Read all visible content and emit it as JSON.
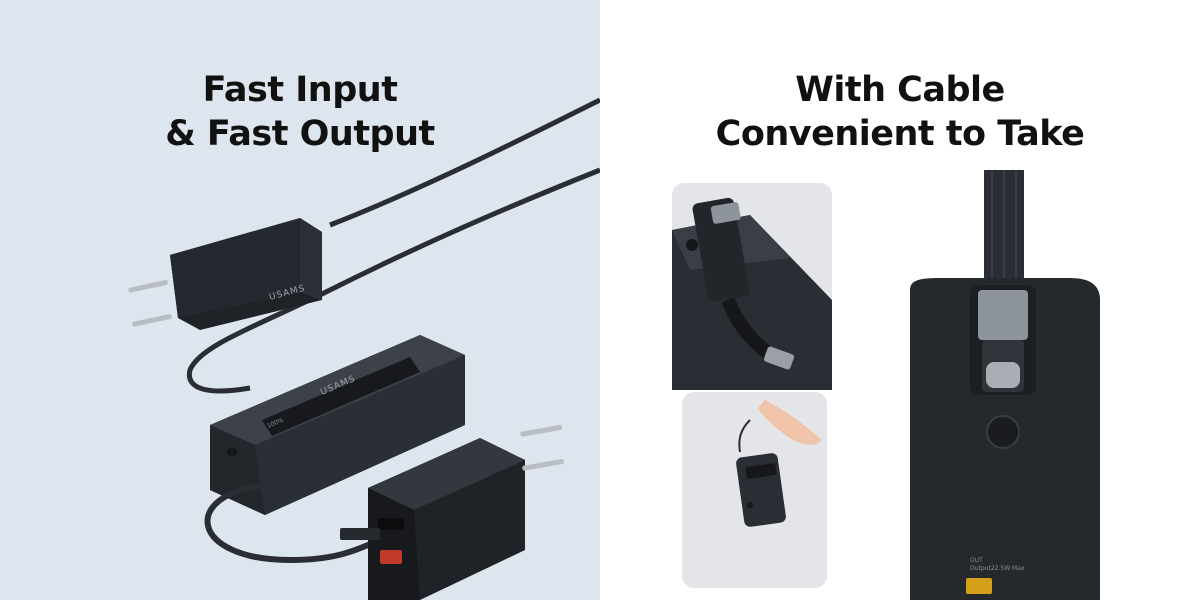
{
  "left": {
    "headline_line1": "Fast Input",
    "headline_line2": "& Fast Output",
    "background": "#dde5ee"
  },
  "right": {
    "headline_line1": "With Cable",
    "headline_line2": "Convenient to Take"
  },
  "brand": "USAMS",
  "display_text": "100%",
  "output_label_line1": "OUT",
  "output_label_line2": "Output22.5W Max",
  "colors": {
    "device_body": "#2f333a",
    "device_dark": "#1e2126",
    "charger_body": "#1f2227",
    "cable": "#2a2d33",
    "inset_bg": "#e4e5e8"
  }
}
